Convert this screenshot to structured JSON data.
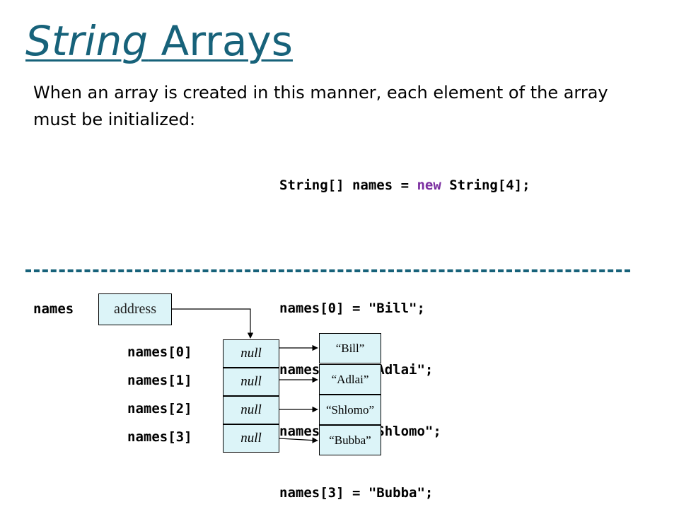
{
  "title": {
    "italic": "String",
    "rest": " Arrays"
  },
  "intro": "When an array is created in this manner, each element of the array must be initialized:",
  "code": {
    "declaration": {
      "before": "String[] names = ",
      "keyword": "new",
      "after": " String[4];"
    },
    "assignments": [
      "names[0] = \"Bill\";",
      "names[1] = \"Adlai\";",
      "names[2] = \"Shlomo\";",
      "names[3] = \"Bubba\";"
    ]
  },
  "diagram": {
    "variable": "names",
    "address": "address",
    "index_labels": [
      "names[0]",
      "names[1]",
      "names[2]",
      "names[3]"
    ],
    "cells": [
      "null",
      "null",
      "null",
      "null"
    ],
    "strings": [
      "“Bill”",
      "“Adlai”",
      "“Shlomo”",
      "“Bubba”"
    ]
  },
  "colors": {
    "title": "#17627a",
    "keyword": "#7b2ea0",
    "box_fill": "#dcf4f8",
    "divider": "#17627a"
  }
}
